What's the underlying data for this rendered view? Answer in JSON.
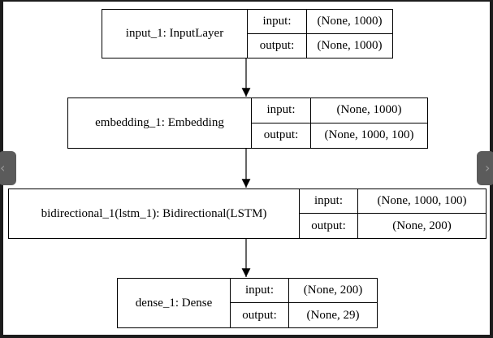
{
  "nodes": [
    {
      "id": "input_1",
      "label": "input_1: InputLayer",
      "input_key": "input:",
      "output_key": "output:",
      "input_val": "(None, 1000)",
      "output_val": "(None, 1000)"
    },
    {
      "id": "embedding_1",
      "label": "embedding_1: Embedding",
      "input_key": "input:",
      "output_key": "output:",
      "input_val": "(None, 1000)",
      "output_val": "(None, 1000, 100)"
    },
    {
      "id": "bidirectional_1",
      "label": "bidirectional_1(lstm_1): Bidirectional(LSTM)",
      "input_key": "input:",
      "output_key": "output:",
      "input_val": "(None, 1000, 100)",
      "output_val": "(None, 200)"
    },
    {
      "id": "dense_1",
      "label": "dense_1: Dense",
      "input_key": "input:",
      "output_key": "output:",
      "input_val": "(None, 200)",
      "output_val": "(None, 29)"
    }
  ],
  "edges": [
    {
      "from": "input_1",
      "to": "embedding_1"
    },
    {
      "from": "embedding_1",
      "to": "bidirectional_1"
    },
    {
      "from": "bidirectional_1",
      "to": "dense_1"
    }
  ],
  "colors": {
    "stroke": "#000000",
    "background": "#ffffff",
    "frame": "#1c1c1c"
  }
}
